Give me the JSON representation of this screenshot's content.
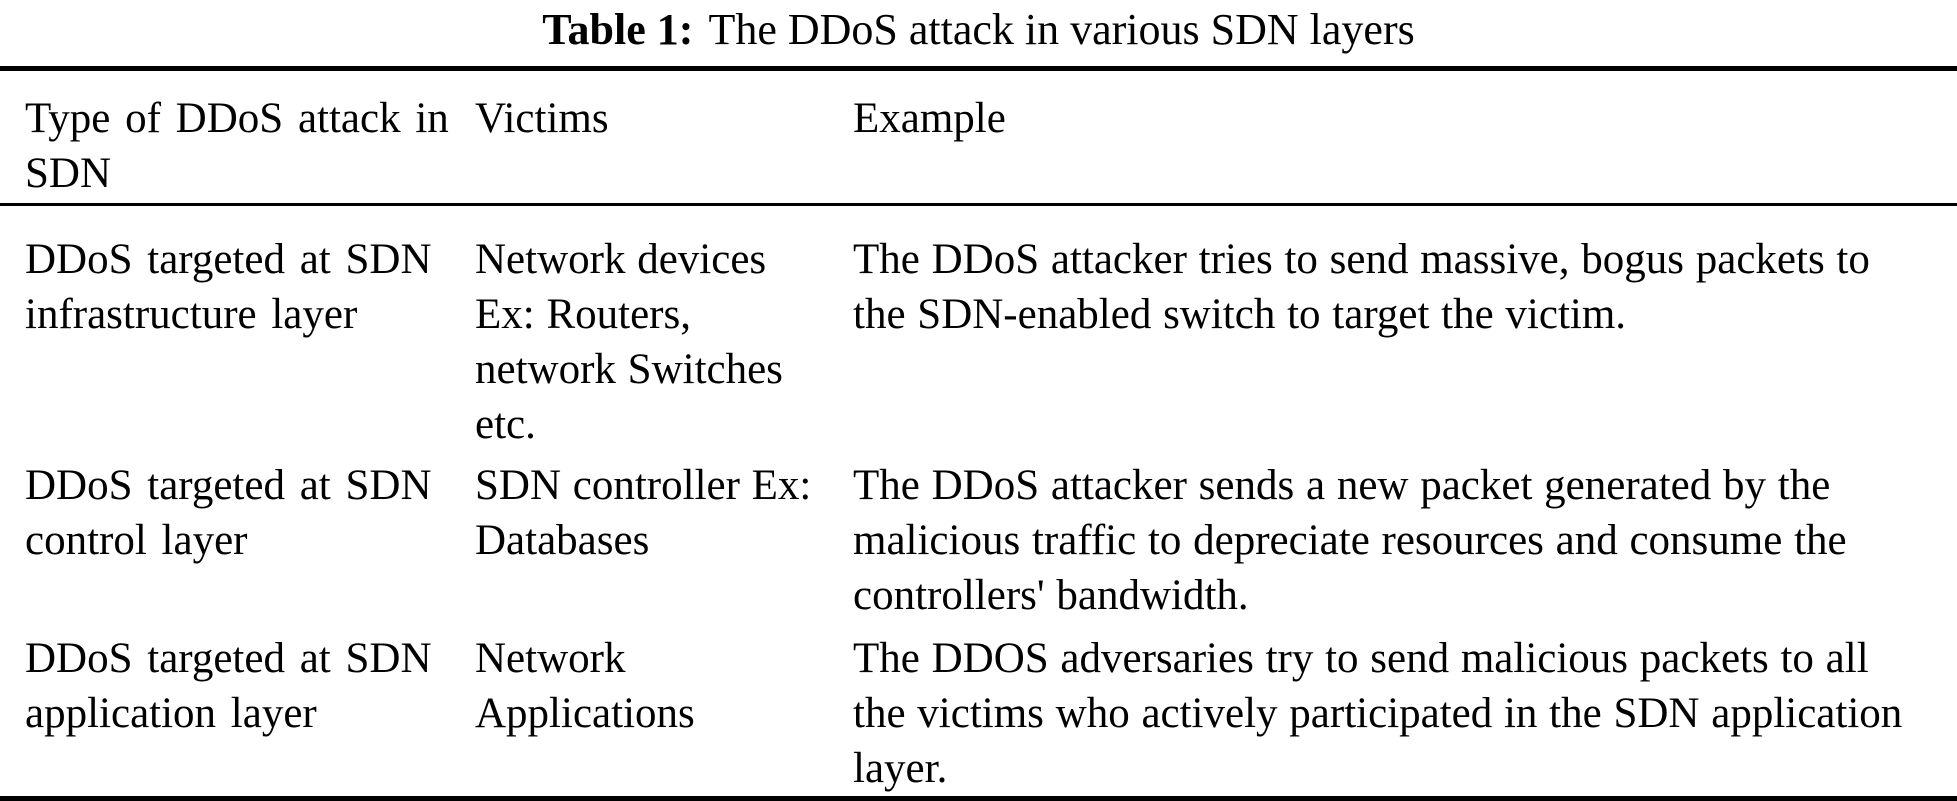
{
  "caption": {
    "label": "Table 1:",
    "text": "The DDoS attack in various SDN layers"
  },
  "table": {
    "header": [
      "Type of DDoS attack in\nSDN",
      "Victims",
      "Example"
    ],
    "rows": [
      {
        "type": "DDoS targeted at SDN\ninfrastructure layer",
        "victims": "Network devices\nEx: Routers,\nnetwork Switches\netc.",
        "example": "The DDoS attacker tries to send massive, bogus packets to\nthe SDN-enabled switch to target the victim."
      },
      {
        "type": "DDoS targeted at SDN\ncontrol layer",
        "victims": "SDN controller Ex:\nDatabases",
        "example": "The DDoS attacker sends a new packet generated by the\nmalicious traffic to depreciate resources and consume the\ncontrollers' bandwidth."
      },
      {
        "type": "DDoS targeted at SDN\napplication layer",
        "victims": "Network\nApplications",
        "example": "The DDOS adversaries try to send malicious packets to all\nthe victims who actively participated in the SDN application\nlayer."
      }
    ]
  },
  "colors": {
    "text": "#000000",
    "rule": "#000000",
    "background": "#ffffff"
  }
}
